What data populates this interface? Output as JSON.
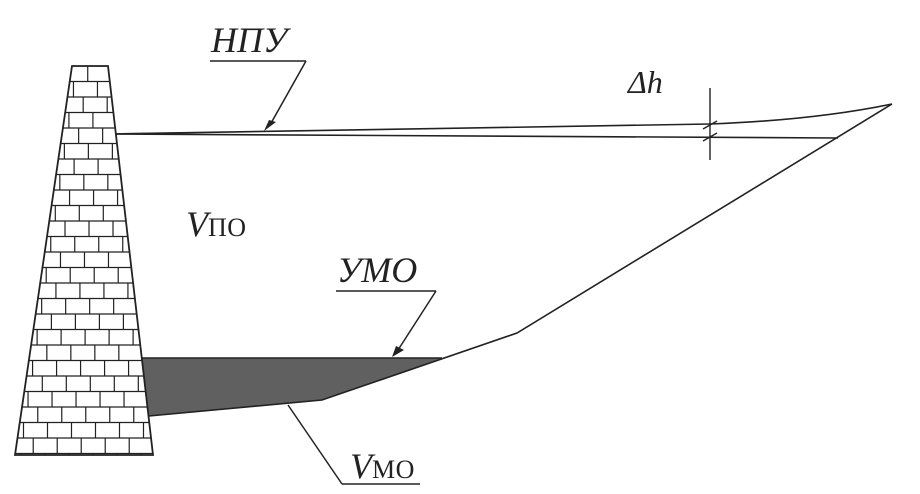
{
  "labels": {
    "npu": "НПУ",
    "umo": "УМО",
    "delta_h": "Δh",
    "v_po_main": "V",
    "v_po_sub": "ПО",
    "v_mo_main": "V",
    "v_mo_sub": "МО"
  },
  "colors": {
    "line": "#222222",
    "dam_fill": "#ffffff",
    "dead_storage_fill": "#606060"
  }
}
